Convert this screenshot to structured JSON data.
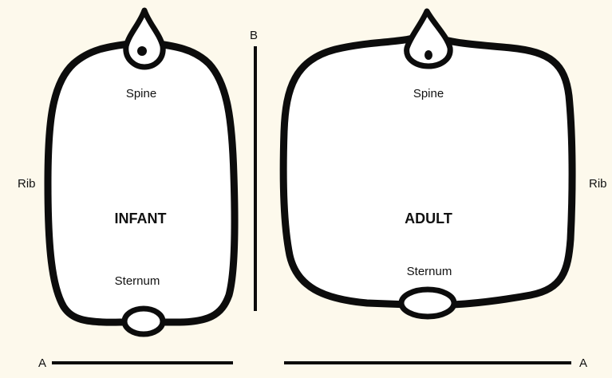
{
  "infant": {
    "title": "INFANT",
    "spine_label": "Spine",
    "sternum_label": "Sternum",
    "rib_label": "Rib"
  },
  "adult": {
    "title": "ADULT",
    "spine_label": "Spine",
    "sternum_label": "Sternum",
    "rib_label": "Rib"
  },
  "axes": {
    "a_label_left": "A",
    "a_label_right": "A",
    "b_label": "B"
  },
  "colors": {
    "background": "#fdf9ec",
    "outline": "#0c0c0c"
  }
}
